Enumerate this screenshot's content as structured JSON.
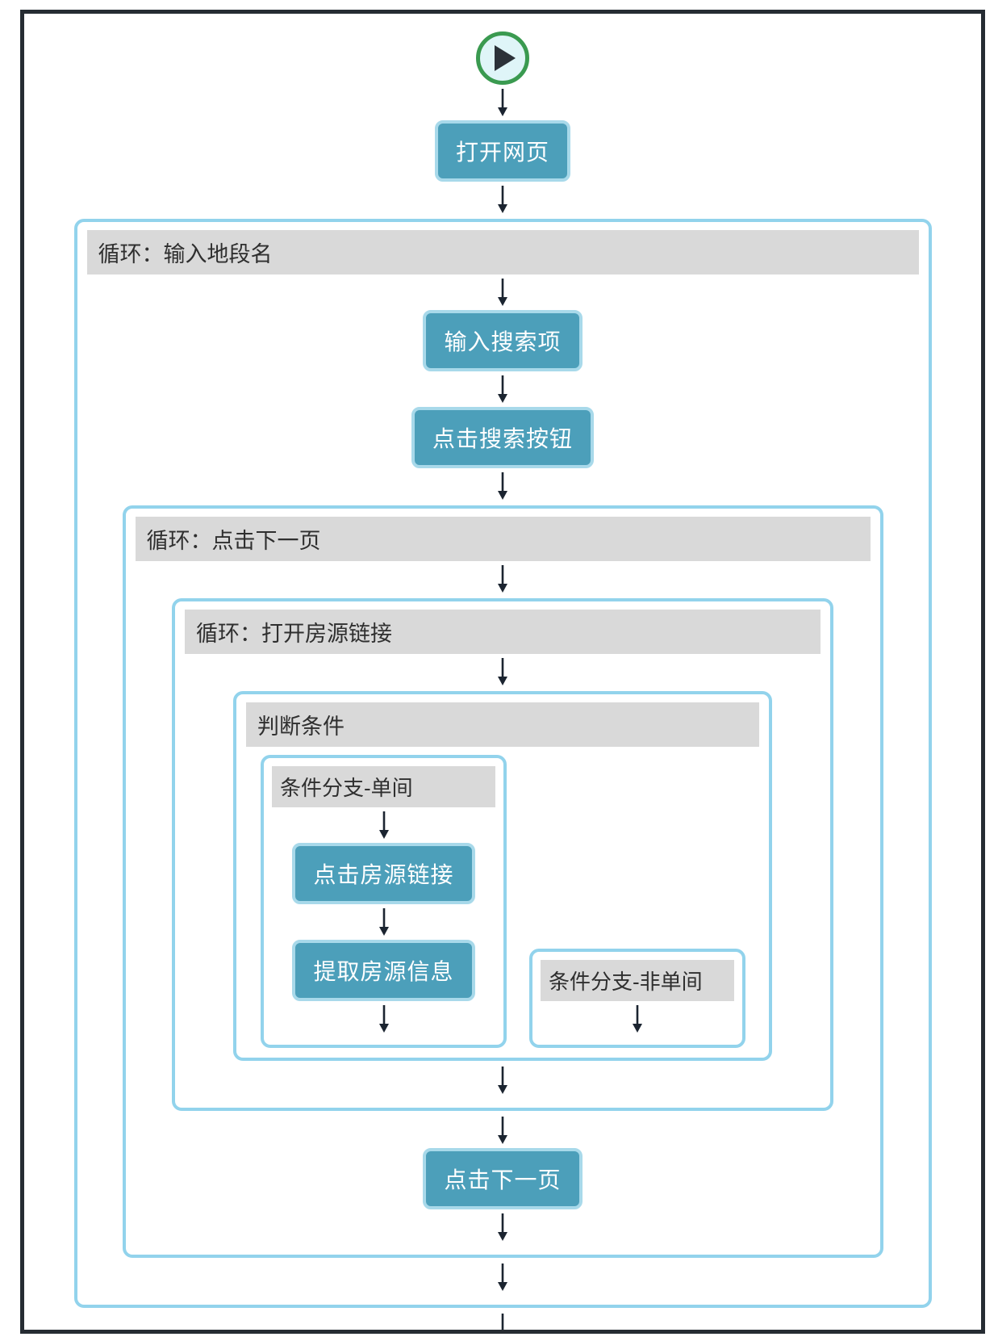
{
  "window": {
    "type": "workflow-designer-canvas"
  },
  "labels": {
    "open_page": "打开网页",
    "loop1_title": "循环：输入地段名",
    "input_search": "输入搜索项",
    "click_search": "点击搜索按钮",
    "loop2_title": "循环：点击下一页",
    "loop3_title": "循环：打开房源链接",
    "condition_title": "判断条件",
    "branch_single": "条件分支-单间",
    "click_listing": "点击房源链接",
    "extract_info": "提取房源信息",
    "branch_non_single": "条件分支-非单间",
    "click_next": "点击下一页"
  },
  "icons": {
    "start": "play-icon",
    "end": "stop-icon",
    "connector": "down-arrow-icon"
  },
  "colors": {
    "step_fill": "#4c9fba",
    "step_border": "#a8d9ea",
    "container_border": "#92d3ec",
    "header_bg": "#d9d9d9",
    "header_text": "#2f2f2f",
    "frame_border": "#262c33",
    "start_ring_green": "#3a9a50",
    "end_ring_black": "#0c0c0c",
    "node_fill": "#dff5f8",
    "arrow": "#1b2430",
    "step_text": "#ffffff"
  }
}
